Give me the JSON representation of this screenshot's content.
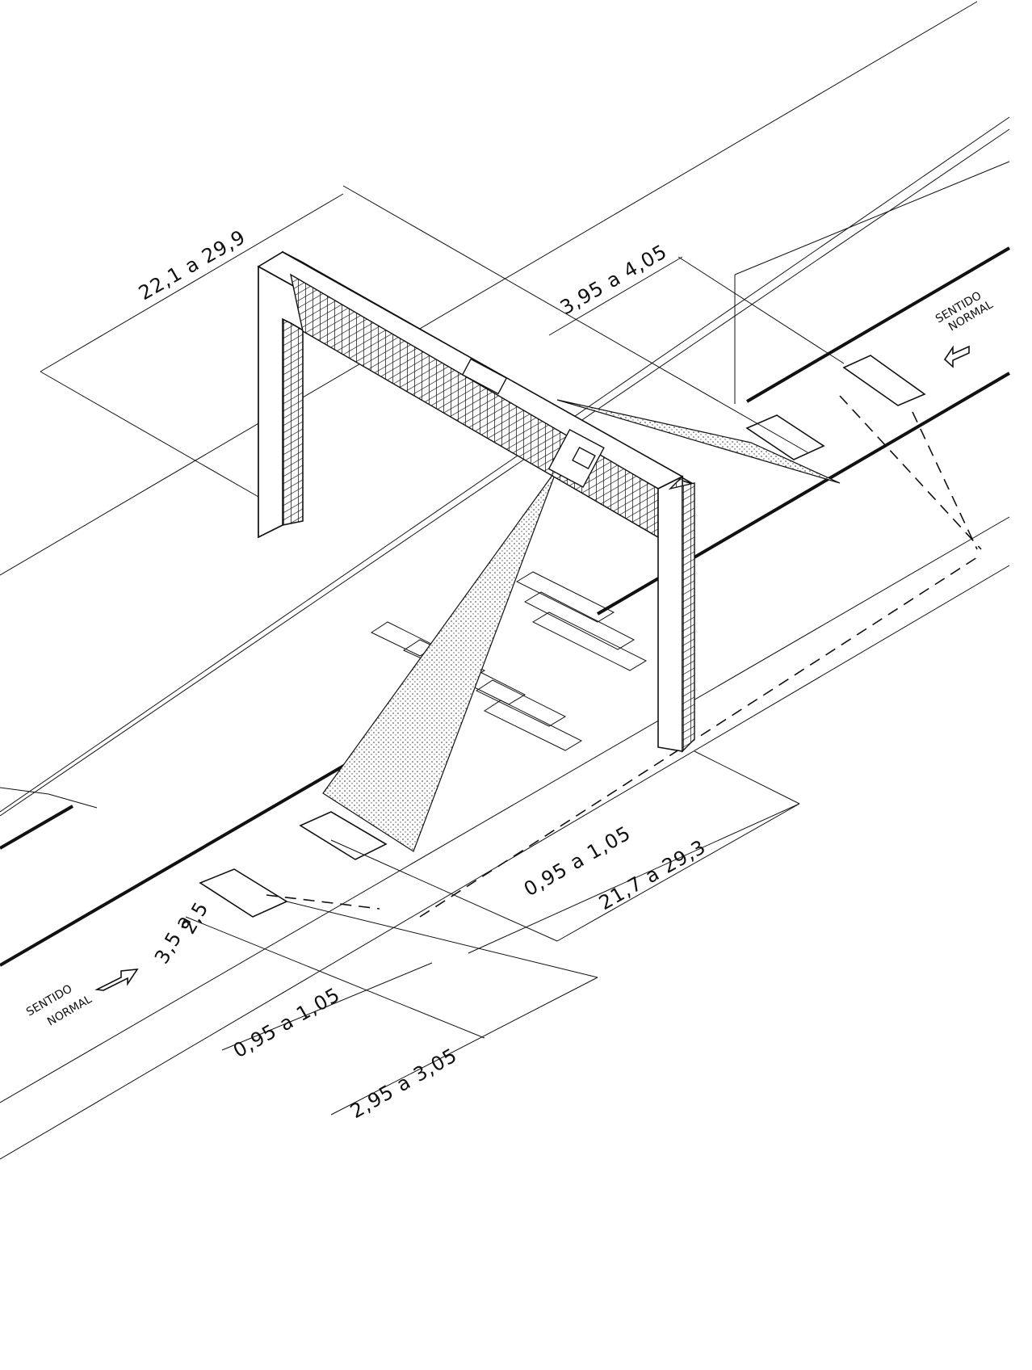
{
  "dimensions": {
    "gantry_span": "22,1 a 29,9",
    "lane_width_top": "3,95 a 4,05",
    "offset_right": "0,95 a 1,05",
    "loop_distance": "21,7 a 29,3",
    "loop_length": "2,5",
    "loop_spacing": "3,5 a",
    "offset_left": "0,95 a 1,05",
    "lane_width_bottom": "2,95 a 3,05"
  },
  "direction_labels": {
    "top_line1": "SENTIDO",
    "top_line2": "NORMAL",
    "bottom_line1": "SENTIDO",
    "bottom_line2": "NORMAL"
  }
}
